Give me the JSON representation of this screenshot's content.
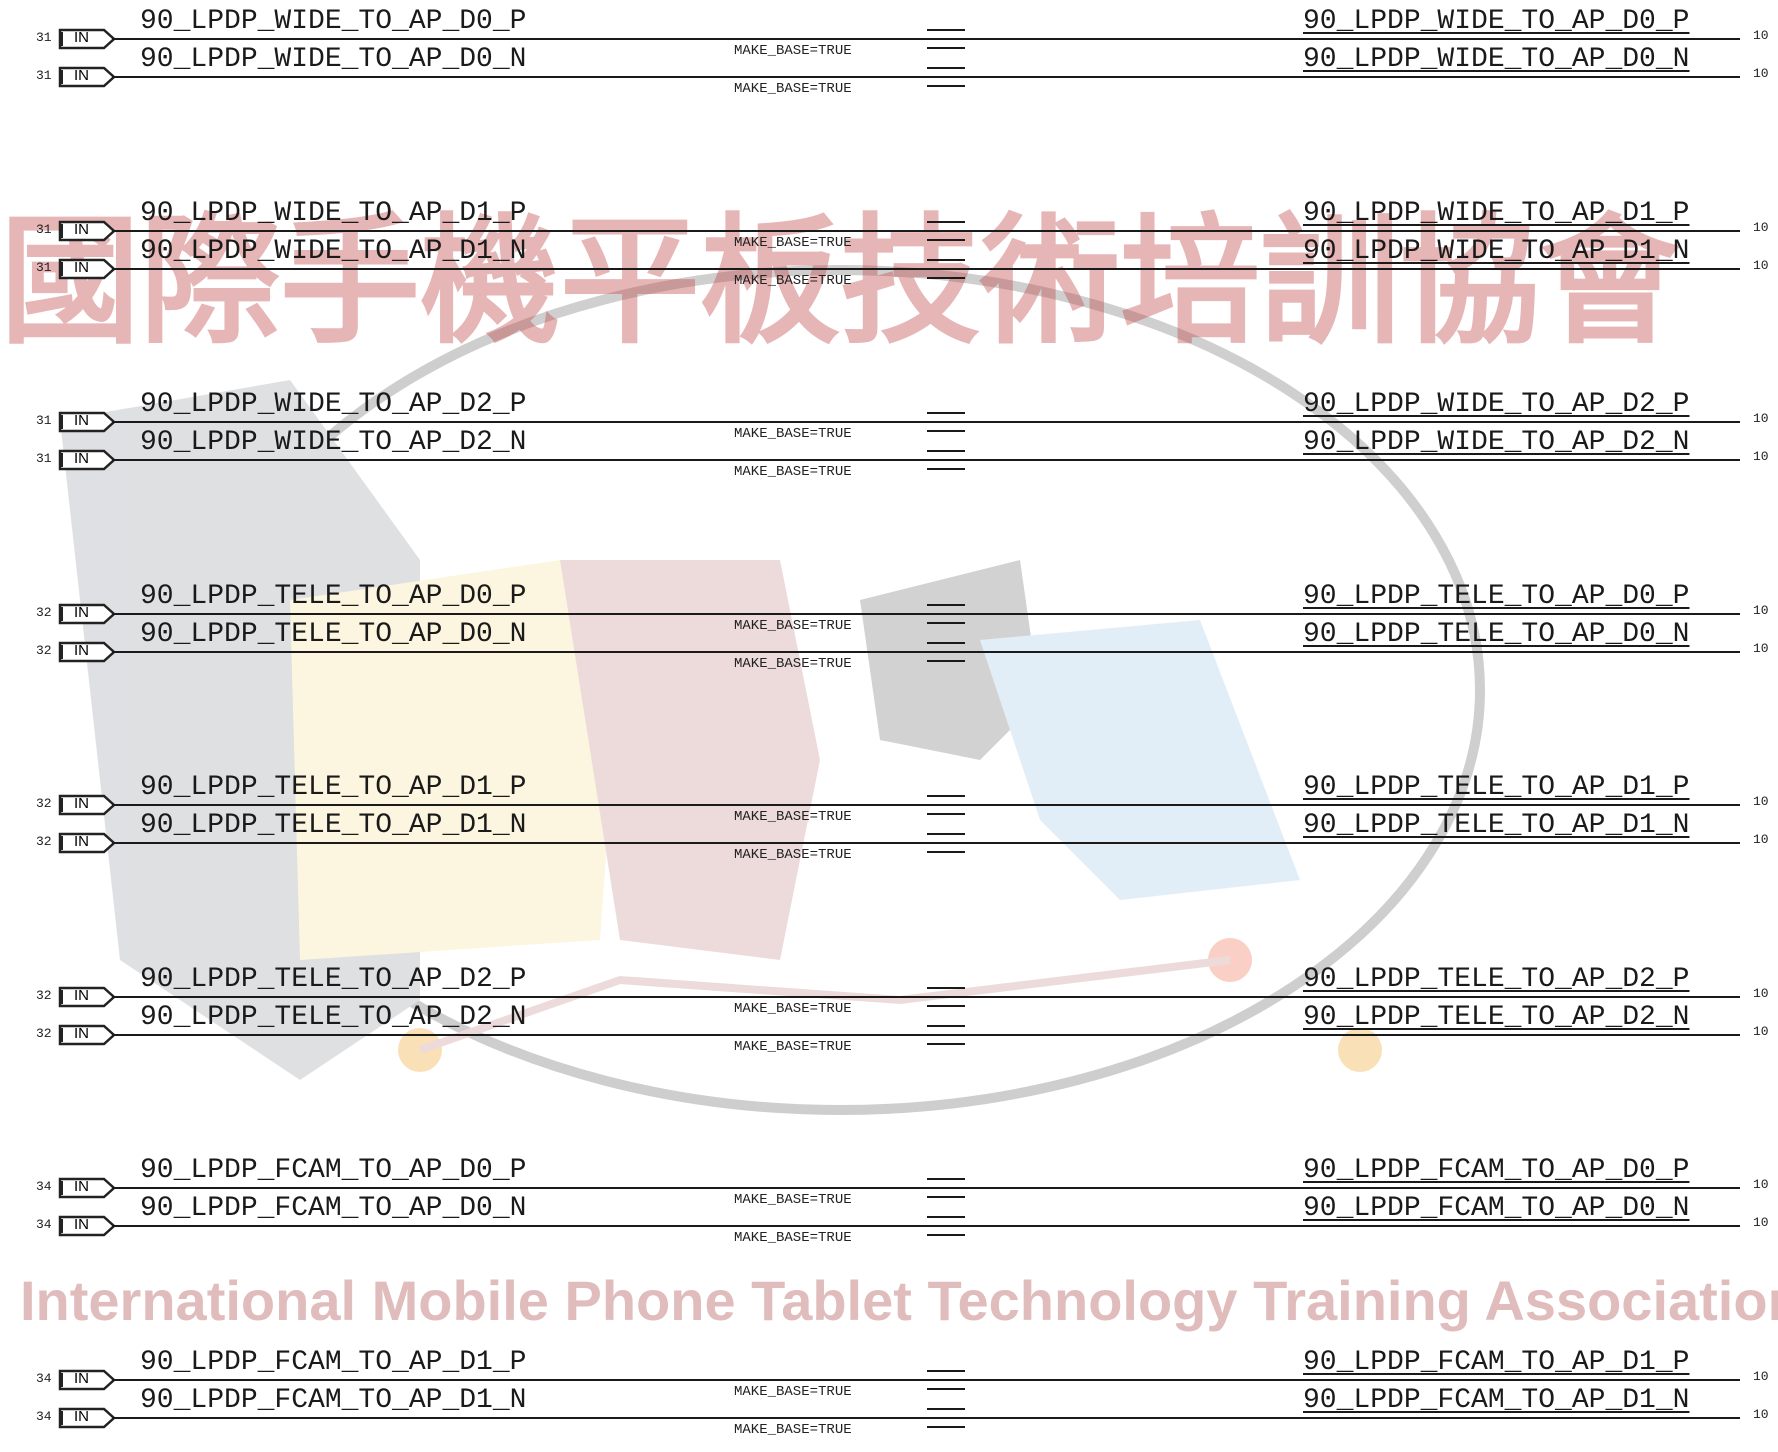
{
  "watermark": {
    "cjk_text": "國際手機平板技術培訓協會",
    "english_text": "International Mobile Phone Tablet Technology Training Association"
  },
  "port_label": "IN",
  "property_text": "MAKE_BASE=TRUE",
  "right_ref": "10",
  "groups": [
    {
      "ref": "31",
      "p": "90_LPDP_WIDE_TO_AP_D0_P",
      "n": "90_LPDP_WIDE_TO_AP_D0_N",
      "rp": "90_LPDP_WIDE_TO_AP_D0_P",
      "rn": "90_LPDP_WIDE_TO_AP_D0_N"
    },
    {
      "ref": "31",
      "p": "90_LPDP_WIDE_TO_AP_D1_P",
      "n": "90_LPDP_WIDE_TO_AP_D1_N",
      "rp": "90_LPDP_WIDE_TO_AP_D1_P",
      "rn": "90_LPDP_WIDE_TO_AP_D1_N"
    },
    {
      "ref": "31",
      "p": "90_LPDP_WIDE_TO_AP_D2_P",
      "n": "90_LPDP_WIDE_TO_AP_D2_N",
      "rp": "90_LPDP_WIDE_TO_AP_D2_P",
      "rn": "90_LPDP_WIDE_TO_AP_D2_N"
    },
    {
      "ref": "32",
      "p": "90_LPDP_TELE_TO_AP_D0_P",
      "n": "90_LPDP_TELE_TO_AP_D0_N",
      "rp": "90_LPDP_TELE_TO_AP_D0_P",
      "rn": "90_LPDP_TELE_TO_AP_D0_N"
    },
    {
      "ref": "32",
      "p": "90_LPDP_TELE_TO_AP_D1_P",
      "n": "90_LPDP_TELE_TO_AP_D1_N",
      "rp": "90_LPDP_TELE_TO_AP_D1_P",
      "rn": "90_LPDP_TELE_TO_AP_D1_N"
    },
    {
      "ref": "32",
      "p": "90_LPDP_TELE_TO_AP_D2_P",
      "n": "90_LPDP_TELE_TO_AP_D2_N",
      "rp": "90_LPDP_TELE_TO_AP_D2_P",
      "rn": "90_LPDP_TELE_TO_AP_D2_N"
    },
    {
      "ref": "34",
      "p": "90_LPDP_FCAM_TO_AP_D0_P",
      "n": "90_LPDP_FCAM_TO_AP_D0_N",
      "rp": "90_LPDP_FCAM_TO_AP_D0_P",
      "rn": "90_LPDP_FCAM_TO_AP_D0_N"
    },
    {
      "ref": "34",
      "p": "90_LPDP_FCAM_TO_AP_D1_P",
      "n": "90_LPDP_FCAM_TO_AP_D1_N",
      "rp": "90_LPDP_FCAM_TO_AP_D1_P",
      "rn": "90_LPDP_FCAM_TO_AP_D1_N"
    }
  ]
}
